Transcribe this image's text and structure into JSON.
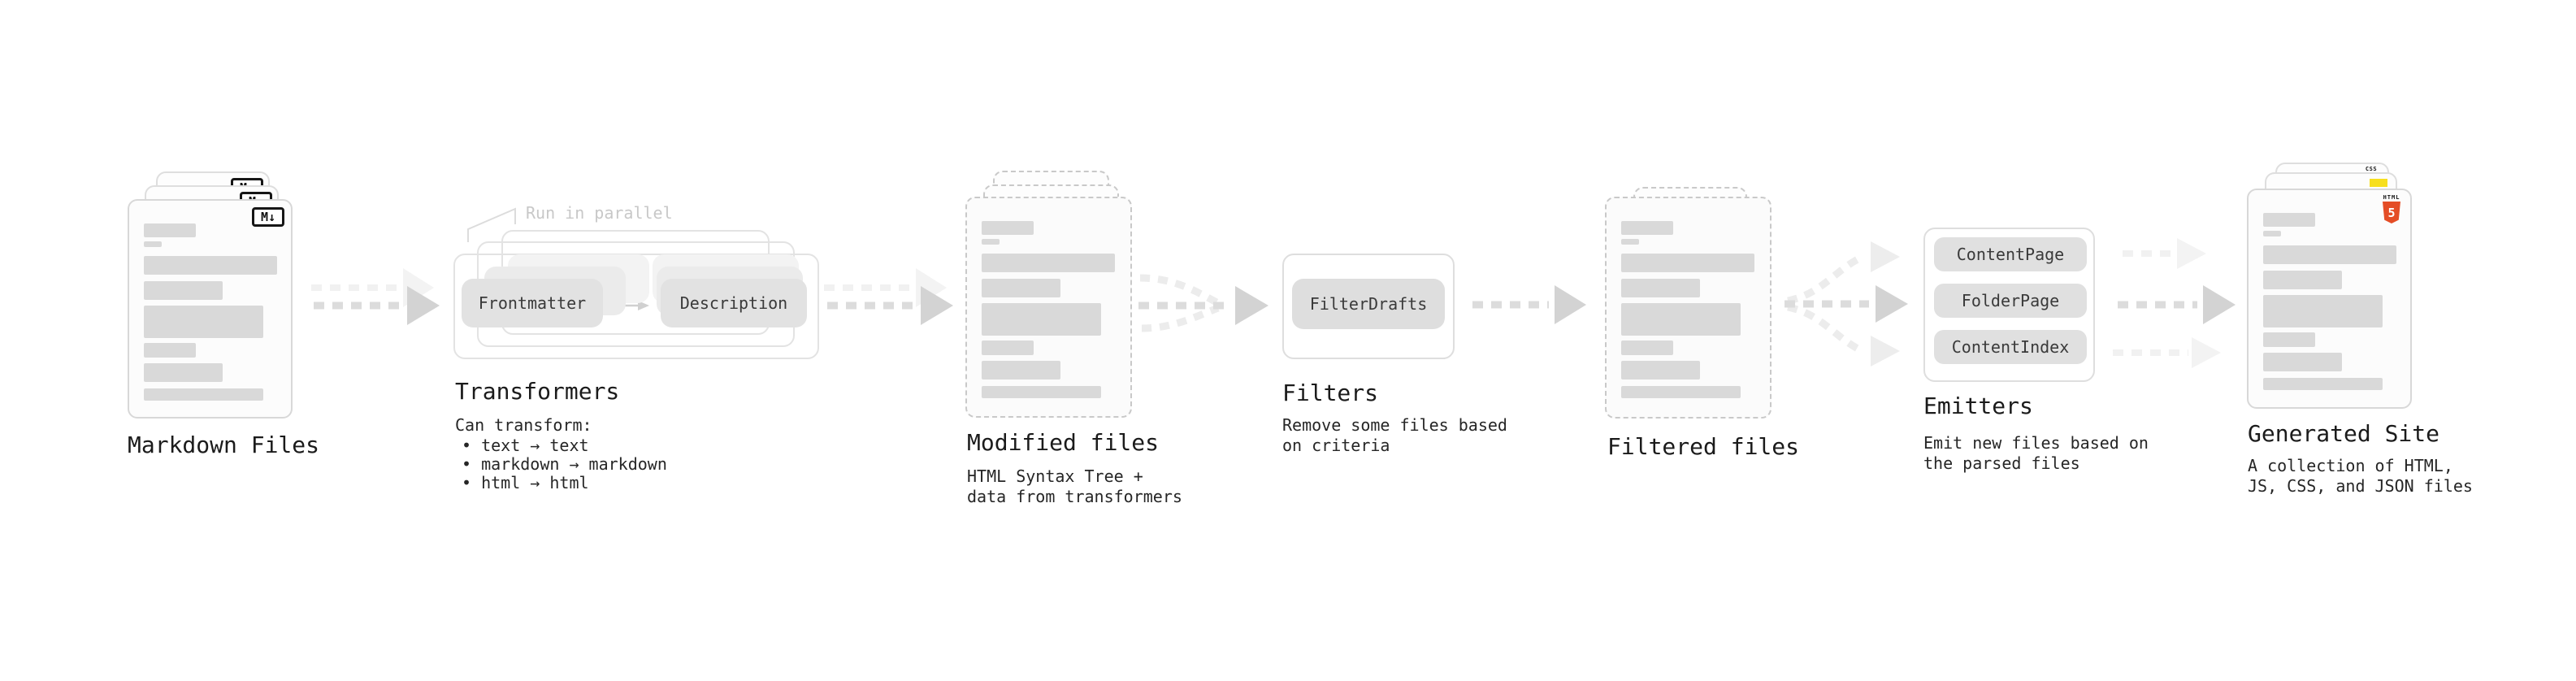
{
  "stages": {
    "markdown_files": {
      "label": "Markdown Files"
    },
    "transformers": {
      "label": "Transformers",
      "note": "Run in parallel",
      "pill_left": "Frontmatter",
      "pill_right": "Description",
      "desc_title": "Can transform:",
      "bullets": [
        "• text → text",
        "• markdown → markdown",
        "• html → html"
      ]
    },
    "modified_files": {
      "label": "Modified files",
      "desc": "HTML Syntax Tree +\ndata from transformers"
    },
    "filters": {
      "label": "Filters",
      "pill": "FilterDrafts",
      "desc": "Remove some files based\non criteria"
    },
    "filtered_files": {
      "label": "Filtered files"
    },
    "emitters": {
      "label": "Emitters",
      "pills": [
        "ContentPage",
        "FolderPage",
        "ContentIndex"
      ],
      "desc": "Emit new files based on\nthe parsed files"
    },
    "generated_site": {
      "label": "Generated Site",
      "desc": "A collection of HTML,\nJS, CSS, and JSON files"
    }
  },
  "badges": {
    "markdown": "M↓",
    "html5_label": "HTML",
    "html5_numeral": "5",
    "css_label": "CSS"
  },
  "colors": {
    "html5_orange": "#e44d26",
    "js_yellow": "#f7df1e",
    "css_blue": "#2f6df2",
    "bar_gray": "#d9d9d9",
    "arrow_gray": "#d6d6d6"
  }
}
